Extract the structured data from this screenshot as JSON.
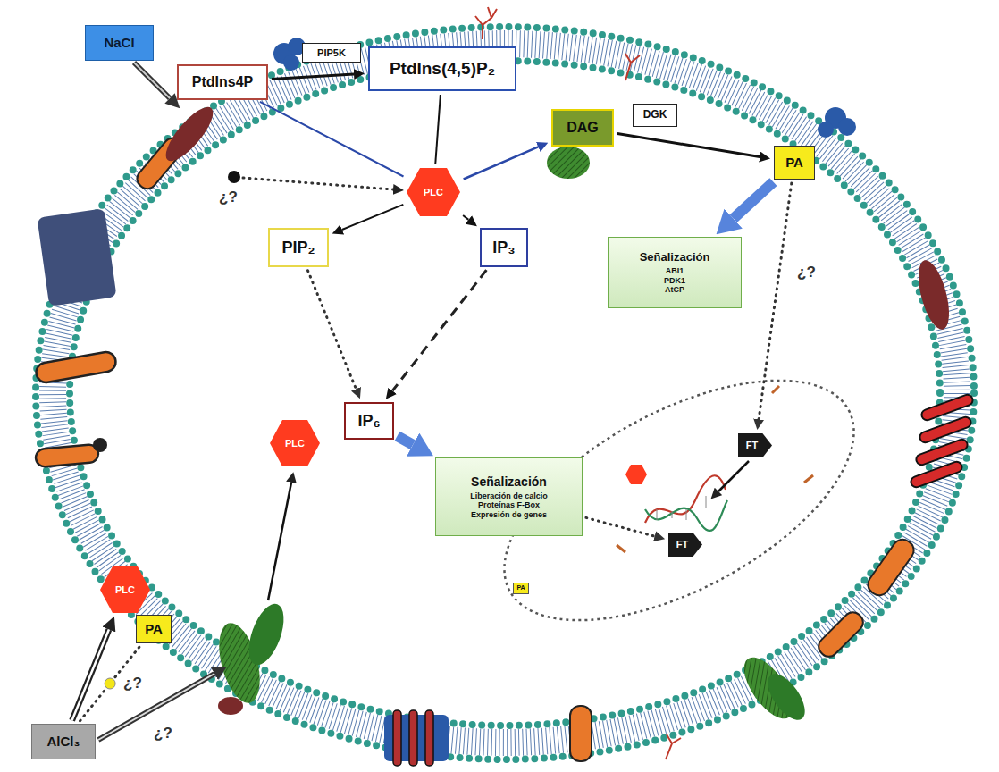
{
  "diagram": {
    "nodes": [
      {
        "text": [
          "NaCl"
        ]
      },
      {
        "text": [
          "PIP5K"
        ]
      },
      {
        "text": [
          "PtdIns4P"
        ]
      },
      {
        "text": [
          "PtdIns(4,5)P₂"
        ]
      },
      {
        "text": [
          "DAG"
        ]
      },
      {
        "text": [
          "DGK"
        ]
      },
      {
        "text": [
          "PLC"
        ]
      },
      {
        "text": [
          "PA"
        ]
      },
      {
        "text": [
          "PIP₂"
        ]
      },
      {
        "text": [
          "IP₃"
        ]
      },
      {
        "text": [
          "Señalización",
          "ABI1",
          "PDK1",
          "AtCP"
        ]
      },
      {
        "text": [
          "FT"
        ]
      },
      {
        "text": [
          "PLC"
        ]
      },
      {
        "text": [
          "PA"
        ]
      },
      {
        "text": [
          "PLC"
        ]
      },
      {
        "text": [
          "IP₆"
        ]
      },
      {
        "text": [
          "Señalización",
          "Liberación de calcio",
          "Proteínas F-Box",
          "Expresión de genes"
        ]
      },
      {
        "text": [
          "PA"
        ]
      },
      {
        "text": [
          "FT"
        ]
      },
      {
        "text": [
          "AlCl₃"
        ]
      }
    ],
    "edges": [
      {
        "from": 2,
        "to": 3,
        "arrow": "to"
      },
      {
        "from": 2,
        "to": 6,
        "arrow": "none"
      },
      {
        "from": 3,
        "to": 6,
        "arrow": "none"
      },
      {
        "from": 6,
        "to": 4,
        "arrow": "to"
      },
      {
        "from": 4,
        "to": 7,
        "arrow": "to"
      },
      {
        "from": 7,
        "to": 10,
        "arrow": "to"
      },
      {
        "from": 7,
        "to": 11,
        "arrow": "to"
      },
      {
        "from": 6,
        "to": 8,
        "arrow": "to"
      },
      {
        "from": 6,
        "to": 9,
        "arrow": "to"
      },
      {
        "from": 8,
        "to": 15,
        "arrow": "to"
      },
      {
        "from": 9,
        "to": 15,
        "arrow": "to"
      },
      {
        "from": 15,
        "to": 16,
        "arrow": "to"
      },
      {
        "from": 16,
        "to": 18,
        "arrow": "to"
      },
      {
        "from": 19,
        "to": 12,
        "arrow": "to"
      },
      {
        "from": 19,
        "to": 13,
        "arrow": "none"
      }
    ],
    "labels": [
      "¿?",
      "¿?",
      "¿?",
      "¿?"
    ]
  }
}
